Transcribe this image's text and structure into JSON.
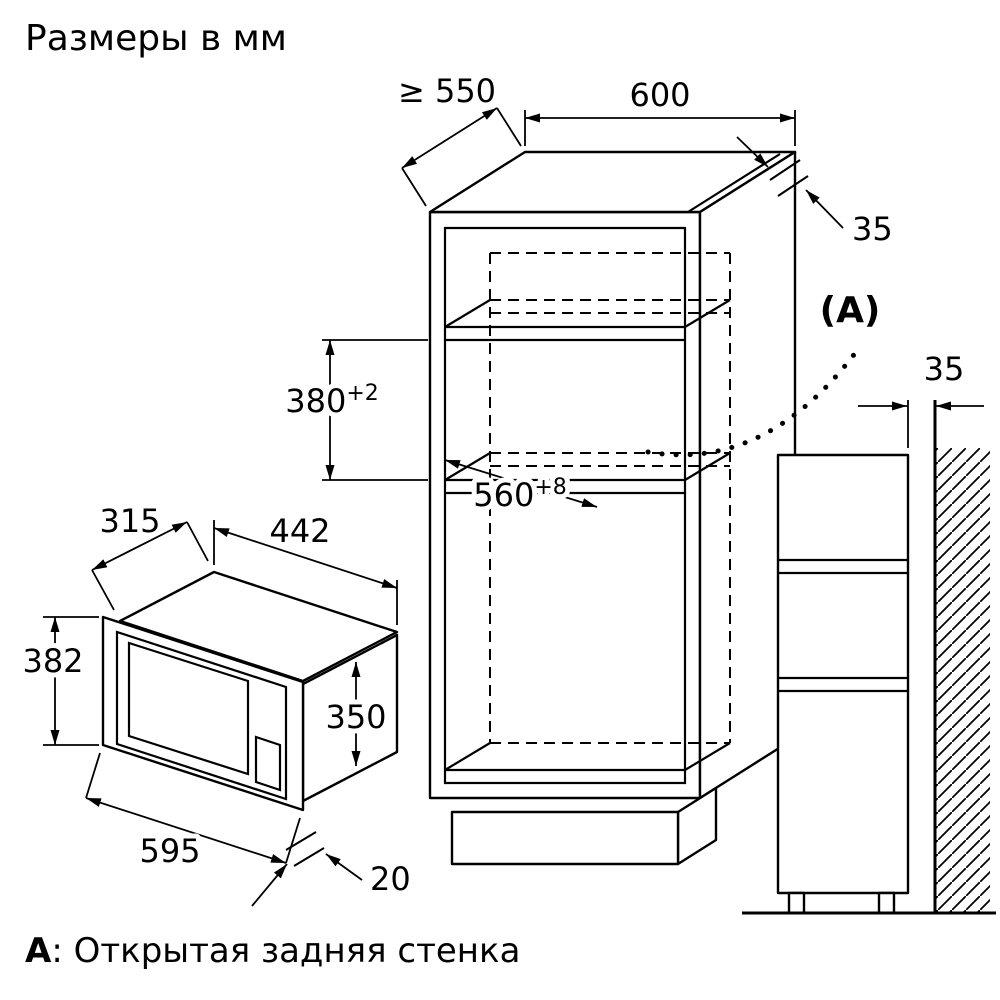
{
  "title": "Размеры в мм",
  "note": {
    "label": "A",
    "text": ": Открытая задняя стенка"
  },
  "colors": {
    "ink": "#000000",
    "background": "#ffffff"
  },
  "dims": {
    "depth_min": "≥ 550",
    "width": "600",
    "frame_thickness": "35",
    "wall_gap": "35",
    "section_ref": "(A)",
    "niche_height": "380",
    "niche_height_tol": "+2",
    "niche_width": "560",
    "niche_width_tol": "+8",
    "mw_depth": "315",
    "mw_width": "442",
    "mw_front_height": "382",
    "mw_height": "350",
    "mw_front_width": "595",
    "mw_bottom_gap": "20"
  }
}
